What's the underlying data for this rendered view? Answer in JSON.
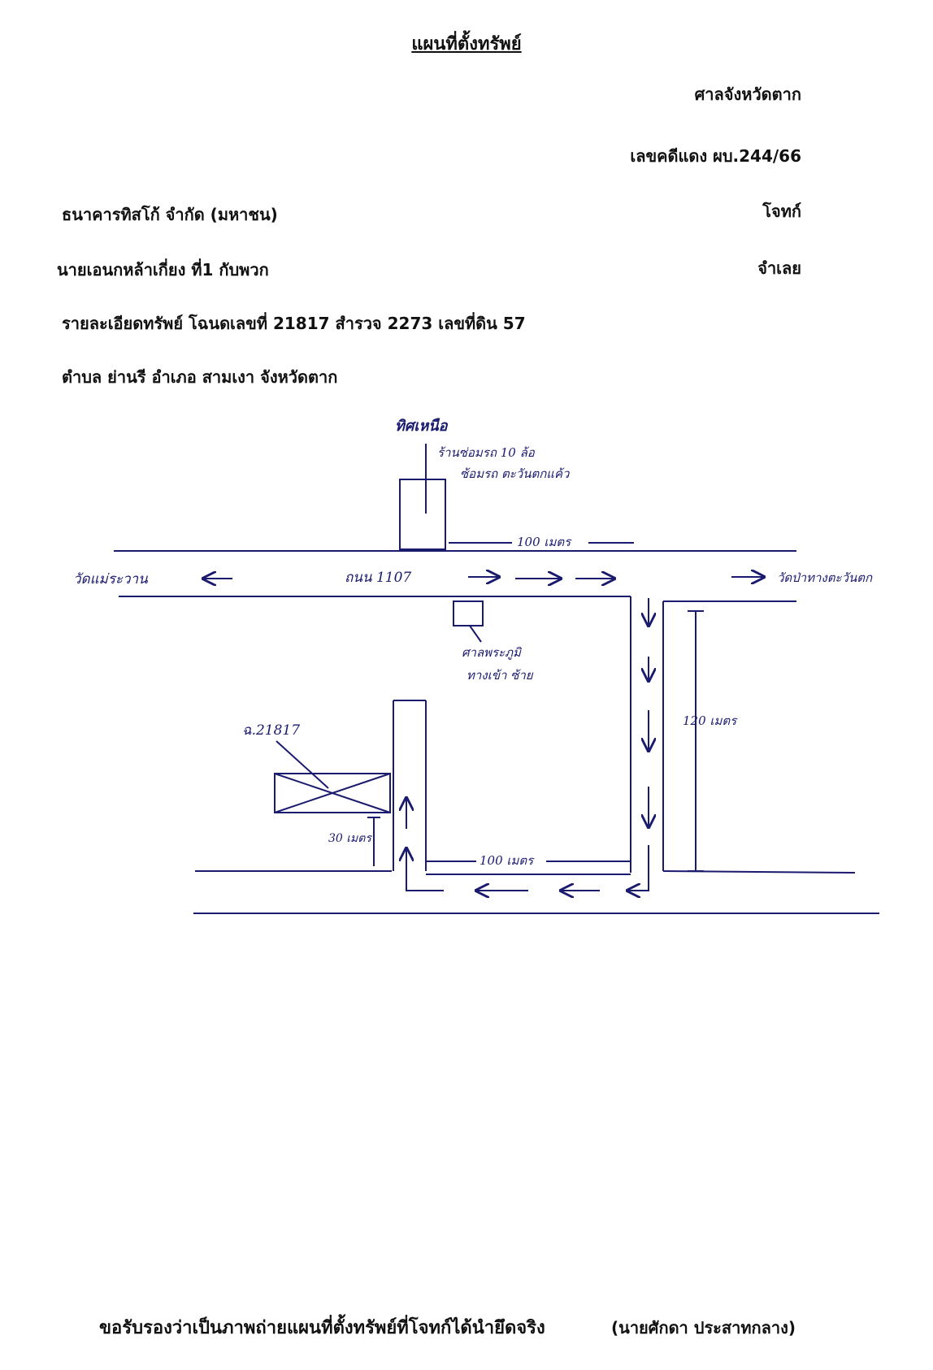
{
  "header": {
    "title": "แผนที่ตั้งทรัพย์",
    "court": "ศาลจังหวัดตาก",
    "case_no": "เลขคดีแดง ผบ.244/66"
  },
  "parties": {
    "plaintiff": "ธนาคารทิสโก้ จำกัด (มหาชน)",
    "plaintiff_role": "โจทก์",
    "defendant": "นายเอนกหล้าเกี่ยง ที่1 กับพวก",
    "defendant_role": "จำเลย"
  },
  "asset": {
    "line1": "รายละเอียดทรัพย์ โฉนดเลขที่ 21817 สำรวจ 2273 เลขที่ดิน 57",
    "line2": "ตำบล ย่านรี อำเภอ สามเงา จังหวัดตาก"
  },
  "map": {
    "north_label": "ทิศเหนือ",
    "shop_label_1": "ร้านซ่อมรถ 10 ล้อ",
    "shop_label_2": "ซ้อมรถ ตะวันตกแค้ว",
    "dist_top": "100 เมตร",
    "road_name": "ถนน 1107",
    "left_dest": "วัดแม่ระวาน",
    "right_dest": "วัดป่าทางตะวันตก",
    "shrine_label_1": "ศาลพระภูมิ",
    "shrine_label_2": "ทางเข้า ซ้าย",
    "parcel_label": "ฉ.21817",
    "dist_right": "120 เมตร",
    "dist_bottom": "100 เมตร",
    "dist_small": "30 เมตร"
  },
  "footer": {
    "certify": "ขอรับรองว่าเป็นภาพถ่ายแผนที่ตั้งทรัพย์ที่โจทก์ได้นำยึดจริง",
    "name": "(นายศักดา ประสาทกลาง)"
  }
}
